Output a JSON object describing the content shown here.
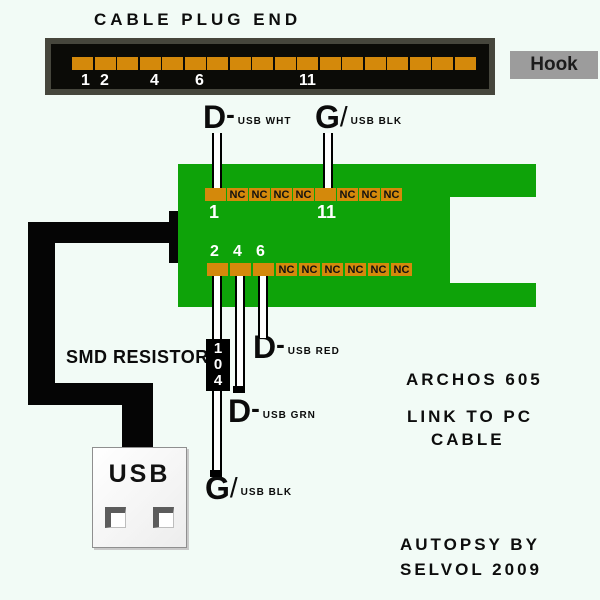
{
  "title": "CABLE PLUG END",
  "hook_label": "Hook",
  "colors": {
    "bg": "#f2fbf6",
    "green": "#0ea309",
    "orange": "#d4890b",
    "gray": "#9c9c9c"
  },
  "plug": {
    "pin_count": 18,
    "numbers": [
      "1",
      "2",
      "4",
      "6",
      "11"
    ]
  },
  "pcb": {
    "row1_pin1": "1",
    "row1_pin11": "11",
    "row1_nc_left": [
      "NC",
      "NC",
      "NC",
      "NC"
    ],
    "row1_nc_right": [
      "NC",
      "NC",
      "NC"
    ],
    "row2_numbers": [
      "2",
      "4",
      "6"
    ],
    "row2_nc": [
      "NC",
      "NC",
      "NC",
      "NC",
      "NC",
      "NC"
    ]
  },
  "labels": {
    "d_wht": {
      "main": "D",
      "sep": "-",
      "sub": "USB WHT"
    },
    "g_blk_top": {
      "main": "G",
      "sep": "/",
      "sub": "USB BLK"
    },
    "d_red": {
      "main": "D",
      "sep": "-",
      "sub": "USB RED"
    },
    "d_grn": {
      "main": "D",
      "sep": "-",
      "sub": "USB GRN"
    },
    "g_blk_bottom": {
      "main": "G",
      "sep": "/",
      "sub": "USB BLK"
    }
  },
  "resistor": {
    "label": "SMD RESISTOR",
    "digits": [
      "1",
      "0",
      "4"
    ]
  },
  "usb": {
    "label": "USB"
  },
  "notes": {
    "line1": "ARCHOS 605",
    "line2": "LINK TO PC",
    "line3": "CABLE",
    "credit1": "AUTOPSY BY",
    "credit2": "SELVOL 2009"
  }
}
